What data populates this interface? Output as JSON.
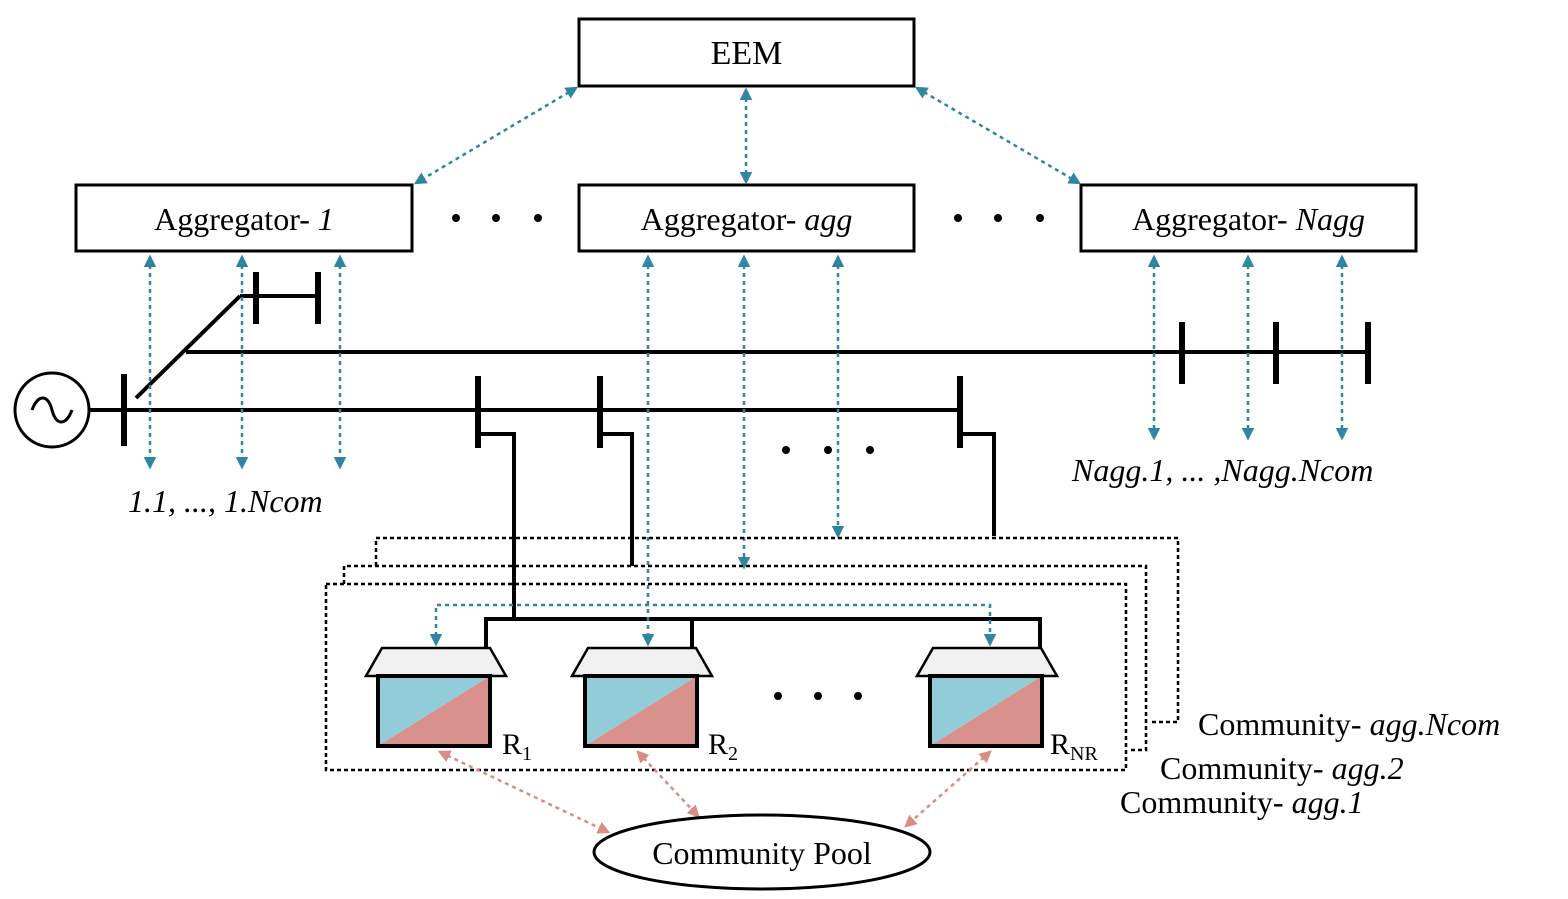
{
  "eem": {
    "label": "EEM"
  },
  "aggregators": [
    {
      "prefix": "Aggregator- ",
      "index": "1"
    },
    {
      "prefix": "Aggregator- ",
      "index": "agg"
    },
    {
      "prefix": "Aggregator- ",
      "index": "Nagg"
    }
  ],
  "feeder_labels": {
    "left": "1.1, ..., 1.Ncom",
    "right": "Nagg.1, ... ,Nagg.Ncom"
  },
  "residences": [
    {
      "base": "R",
      "sub": "1"
    },
    {
      "base": "R",
      "sub": "2"
    },
    {
      "base": "R",
      "sub": "NR"
    }
  ],
  "communities": [
    {
      "prefix": "Community- ",
      "index": "agg.Ncom"
    },
    {
      "prefix": "Community- ",
      "index": "agg.2"
    },
    {
      "prefix": "Community- ",
      "index": "agg.1"
    }
  ],
  "pool": {
    "label": "Community Pool"
  },
  "colors": {
    "communication": "#2e86a0",
    "trading": "#d98b86",
    "house_blue": "#93ccd9",
    "house_red": "#d9918d",
    "roof": "#f0f0f0"
  },
  "icons": [
    "ac-source-icon",
    "house-icon",
    "bus-bar-icon",
    "ellipsis-icon"
  ]
}
